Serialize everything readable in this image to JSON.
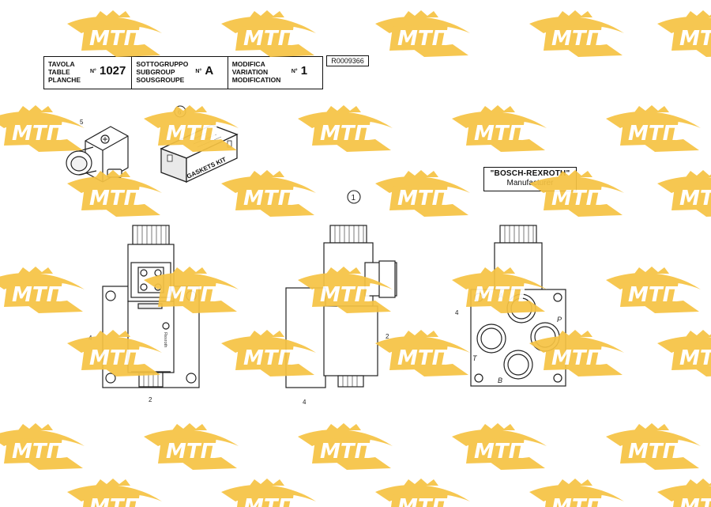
{
  "watermark": {
    "text": "МТП",
    "color": "#f6c343",
    "text_color": "#ffffff"
  },
  "header": {
    "table": {
      "labels": [
        "TAVOLA",
        "TABLE",
        "PLANCHE"
      ],
      "no_label": "N°",
      "value": "1027"
    },
    "subgroup": {
      "labels": [
        "SOTTOGRUPPO",
        "SUBGROUP",
        "SOUSGROUPE"
      ],
      "no_label": "N°",
      "value": "A"
    },
    "modification": {
      "labels": [
        "MODIFICA",
        "VARIATION",
        "MODIFICATION"
      ],
      "no_label": "N°",
      "value": "1"
    },
    "ref_code": "R0009366"
  },
  "manufacturer": {
    "name": "\"BOSCH-REXROTH\"",
    "label": "Manufacturer"
  },
  "kit_text": "GASKETS KIT",
  "callouts": {
    "connector": "5",
    "kit": "6",
    "assembly": "1",
    "front_side": "4",
    "front_bottom": "2",
    "side_right": "2",
    "side_bottom": "4",
    "rear_side": "4"
  },
  "ports": {
    "a": "A",
    "b": "B",
    "p": "P",
    "t": "T"
  },
  "valve_label": "Rexroth"
}
